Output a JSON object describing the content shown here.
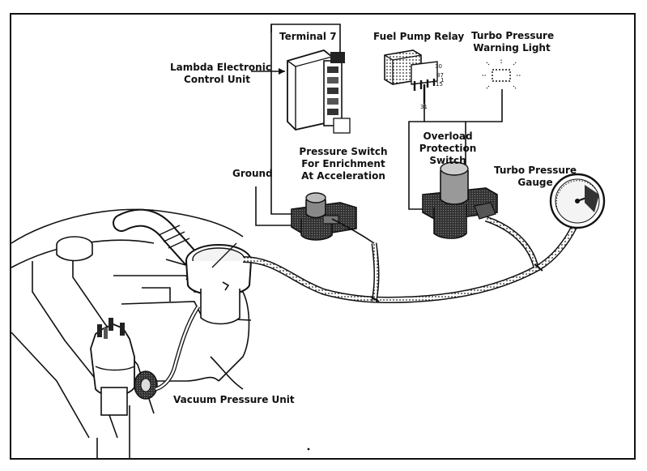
{
  "labels": {
    "terminal_7": "Terminal 7",
    "fuel_pump_relay": "Fuel Pump Relay",
    "turbo_warning_line1": "Turbo Pressure",
    "turbo_warning_line2": "Warning Light",
    "lambda_line1": "Lambda Electronic",
    "lambda_line2": "Control Unit",
    "overload_line1": "Overload",
    "overload_line2": "Protection",
    "overload_line3": "Switch",
    "pressure_switch_line1": "Pressure Switch",
    "pressure_switch_line2": "For Enrichment",
    "pressure_switch_line3": "At Acceleration",
    "ground": "Ground",
    "turbo_gauge_line1": "Turbo Pressure",
    "turbo_gauge_line2": "Gauge",
    "vacuum_unit": "Vacuum Pressure Unit"
  },
  "relay_pins": [
    "30",
    "87",
    "1",
    "15",
    "31"
  ],
  "colors": {
    "ink": "#111111",
    "paper": "#ffffff",
    "shade": "#555555"
  }
}
